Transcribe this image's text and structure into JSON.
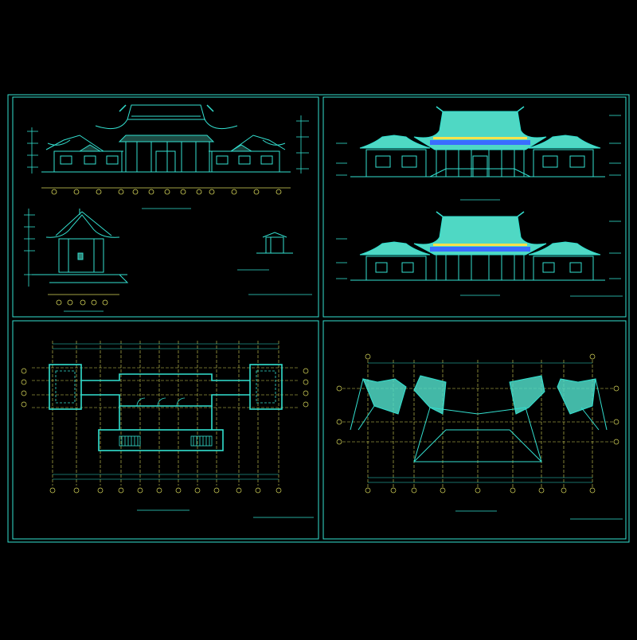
{
  "theme": {
    "background": "#000000",
    "frame": "#33e0d0",
    "line": "#33e0d0",
    "fill": "#4fd8c4",
    "axis": "#d8d85a",
    "text": "#33e0d0",
    "accent_yellow": "#ffe24a",
    "accent_blue": "#3a6cff"
  },
  "sheets": [
    {
      "id": "side-elevations",
      "title_block": "",
      "views": [
        {
          "id": "front-elevation-main",
          "label": ""
        },
        {
          "id": "section-1",
          "label": ""
        },
        {
          "id": "detail-1",
          "label": ""
        }
      ]
    },
    {
      "id": "colored-elevations",
      "title_block": "",
      "views": [
        {
          "id": "south-elevation",
          "label": ""
        },
        {
          "id": "north-elevation",
          "label": ""
        }
      ]
    },
    {
      "id": "ground-floor-plan",
      "title_block": "",
      "views": [
        {
          "id": "floor-plan",
          "label": ""
        }
      ]
    },
    {
      "id": "roof-plan",
      "title_block": "",
      "views": [
        {
          "id": "roof-plan-view",
          "label": ""
        }
      ]
    }
  ]
}
